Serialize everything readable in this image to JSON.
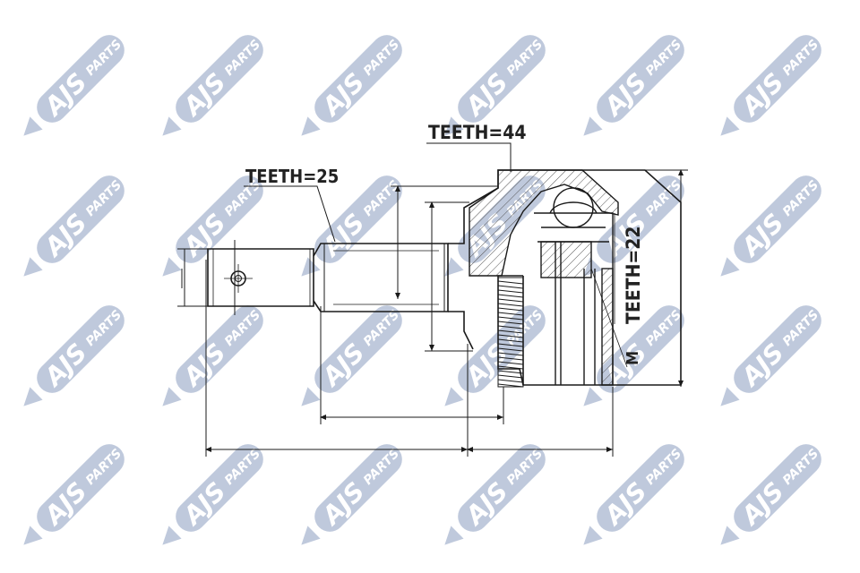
{
  "watermark": {
    "text_big": "AJS",
    "text_small": "PARTS",
    "color": "#b4bfd6"
  },
  "drawing": {
    "line_color": "#1a1a1a",
    "teeth_outer": "TEETH=44",
    "teeth_shaft": "TEETH=25",
    "teeth_inner": "TEETH=22",
    "dim_m": "M"
  }
}
